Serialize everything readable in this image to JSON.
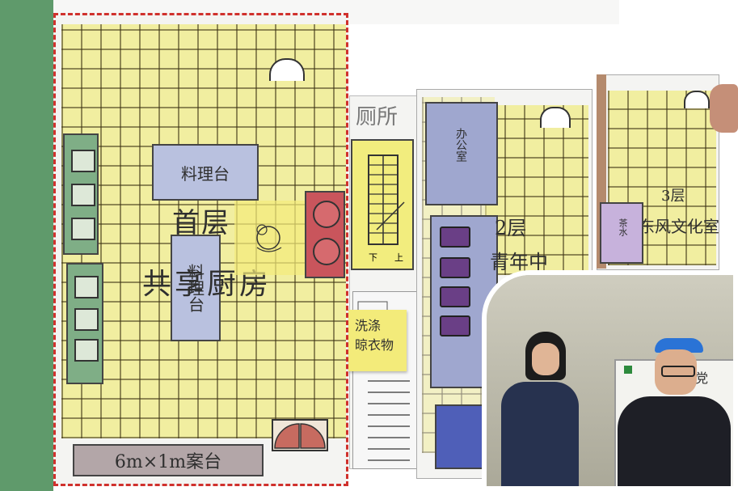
{
  "floor1": {
    "prep_table_top": "料理台",
    "prep_table_vertical": "料理台",
    "title_floor": "首层",
    "title_kitchen": "共享厨房",
    "bench_label": "6m×1m案台"
  },
  "floor2": {
    "toilet_label": "厕所",
    "stair_down": "下",
    "stair_up": "上",
    "sticky_note": "洗涤\n晾衣物",
    "small_room_vertical": "办公室",
    "title_floor": "2层",
    "title_room": "青年中"
  },
  "floor3": {
    "title_floor": "3层",
    "title_room": "东风文化室",
    "purple_card": "茶水"
  },
  "photo": {
    "whiteboard_text": "东风村党"
  },
  "colors": {
    "grid_yellow": "#f1eea0",
    "red_dashed_border": "#d0312d",
    "blue_grey_card": "#b9c1df",
    "green_panel": "#7fae86",
    "sticky_yellow": "#f3eb7a",
    "red_stove": "#c9555c",
    "purple_card": "#c7b2dc"
  }
}
